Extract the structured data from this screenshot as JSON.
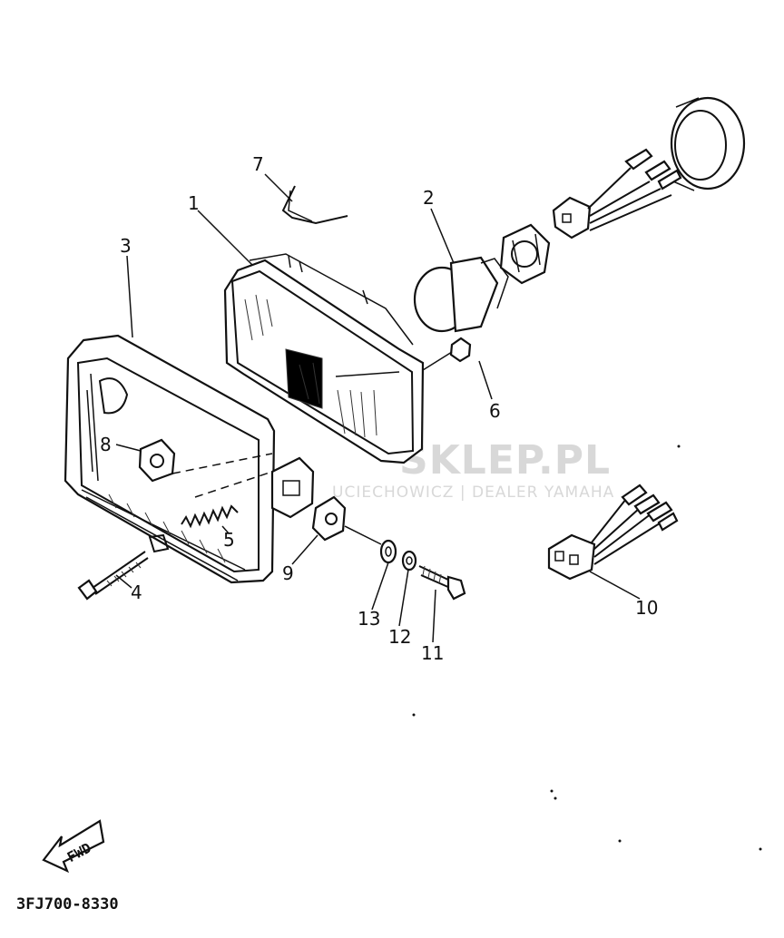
{
  "diagram_code": "3FJ700-8330",
  "fwd_label": "FWD",
  "watermark": {
    "main": "SKLEP.PL",
    "sub": "UCIECHOWICZ | DEALER YAMAHA"
  },
  "parts": [
    {
      "num": "1",
      "name": "headlight unit"
    },
    {
      "num": "2",
      "name": "bulb"
    },
    {
      "num": "3",
      "name": "headlight rim"
    },
    {
      "num": "4",
      "name": "screw"
    },
    {
      "num": "5",
      "name": "spring"
    },
    {
      "num": "6",
      "name": "nut"
    },
    {
      "num": "7",
      "name": "clip"
    },
    {
      "num": "8",
      "name": "adjuster"
    },
    {
      "num": "9",
      "name": "damper"
    },
    {
      "num": "10",
      "name": "socket cord"
    },
    {
      "num": "11",
      "name": "bolt"
    },
    {
      "num": "12",
      "name": "spring washer"
    },
    {
      "num": "13",
      "name": "washer"
    }
  ],
  "colors": {
    "line": "#111111",
    "watermark": "#d8d8d8",
    "watermark_logo": "#f2c4c4"
  }
}
